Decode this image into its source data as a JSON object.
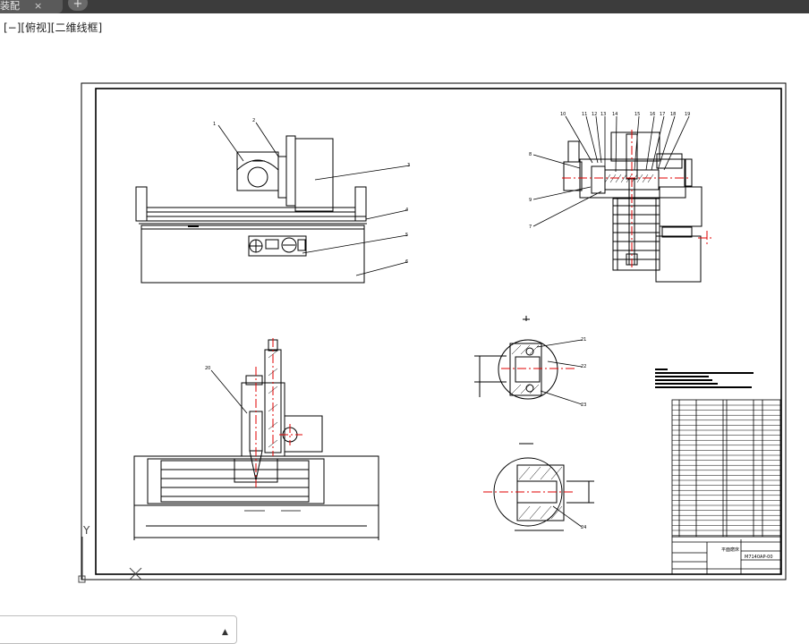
{
  "tab": {
    "label": "装配",
    "close": "×",
    "add": "+"
  },
  "viewport": {
    "label": "[−][俯视][二维线框]"
  },
  "ucs": {
    "y_label": "Y"
  },
  "balloons": {
    "front": [
      "1",
      "2",
      "3",
      "4",
      "5",
      "6"
    ],
    "side": [
      "10",
      "11",
      "12",
      "13",
      "14",
      "15",
      "16",
      "17",
      "18",
      "19",
      "8",
      "9",
      "7"
    ],
    "plan": [
      "20"
    ],
    "detail": [
      "21",
      "22",
      "23",
      "24"
    ]
  },
  "title_block": {
    "drawing_no": "M7140AP-00",
    "name": "平面磨床"
  },
  "command": {
    "arrow": "▲"
  },
  "colors": {
    "line": "#000000",
    "centerline": "#e00000",
    "tabbar": "#3c3c3c"
  }
}
